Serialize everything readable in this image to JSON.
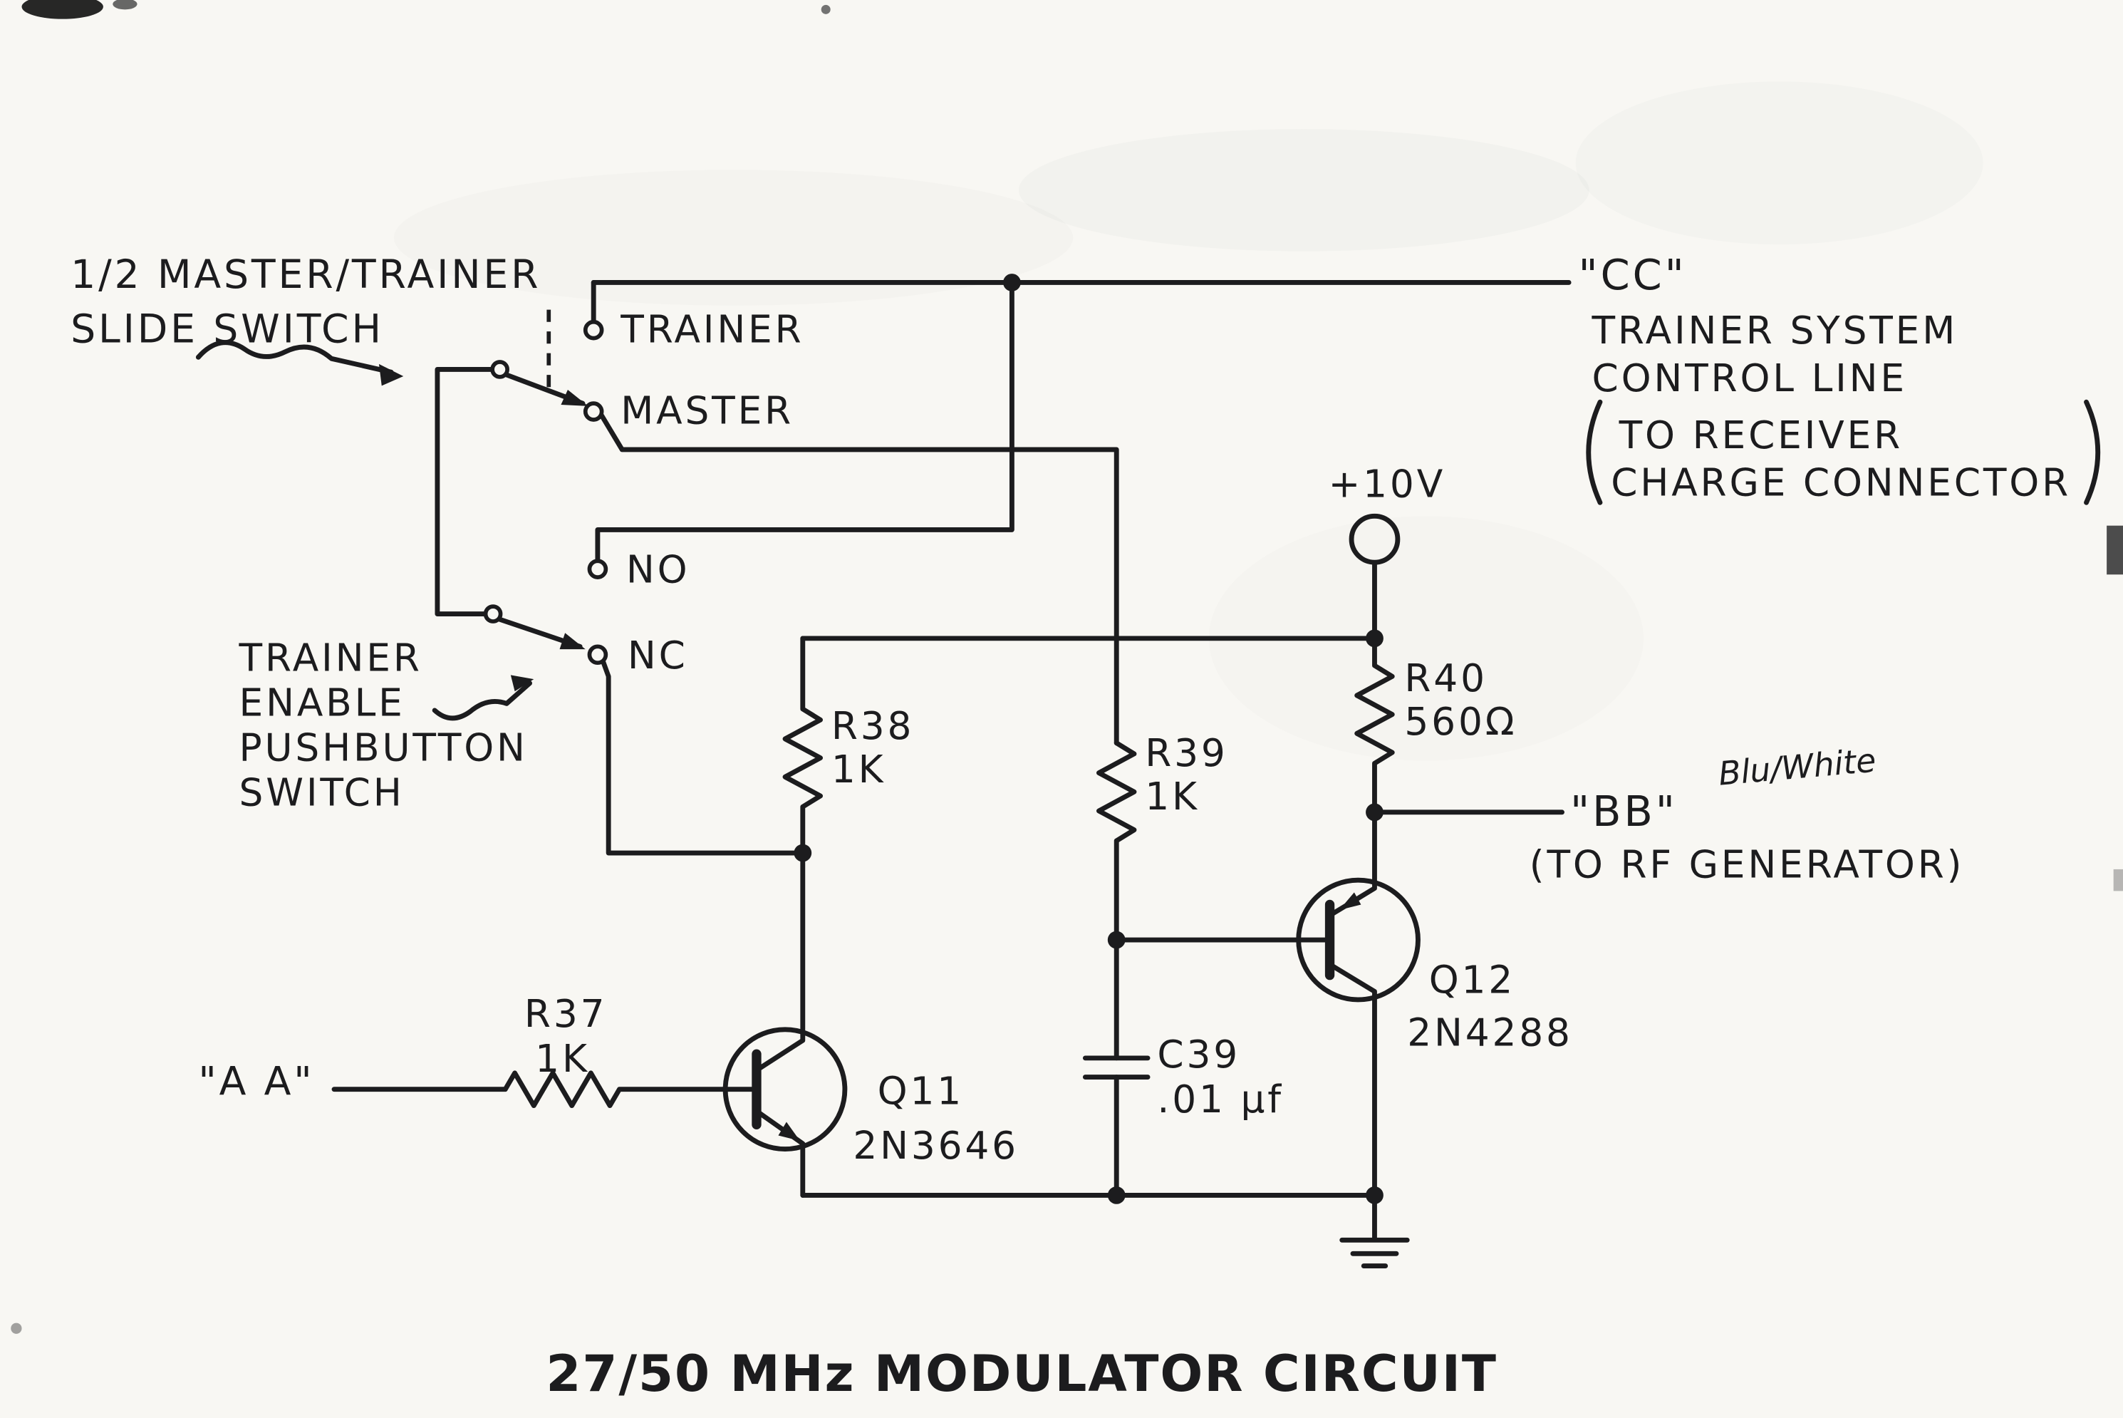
{
  "title": "27/50 MHz  MODULATOR  CIRCUIT",
  "annotations": {
    "slide_switch_line1": "1/2 MASTER/TRAINER",
    "slide_switch_line2": "SLIDE  SWITCH",
    "pushbutton_line1": "TRAINER",
    "pushbutton_line2": "ENABLE",
    "pushbutton_line3": "PUSHBUTTON",
    "pushbutton_line4": "SWITCH",
    "handwritten_note": "Blu/White"
  },
  "contacts": {
    "trainer": "TRAINER",
    "master": "MASTER",
    "normally_open": "NO",
    "normally_closed": "NC"
  },
  "nets": {
    "cc_name": "\"CC\"",
    "cc_line1": "TRAINER  SYSTEM",
    "cc_line2": "CONTROL  LINE",
    "cc_line3": "TO  RECEIVER",
    "cc_line4": "CHARGE  CONNECTOR",
    "supply": "+10V",
    "bb_name": "\"BB\"",
    "bb_dest": "(TO RF  GENERATOR)",
    "aa_name": "\"A A\""
  },
  "components": {
    "r37": {
      "ref": "R37",
      "value": "1K"
    },
    "r38": {
      "ref": "R38",
      "value": "1K"
    },
    "r39": {
      "ref": "R39",
      "value": "1K"
    },
    "r40": {
      "ref": "R40",
      "value": "560Ω"
    },
    "c39": {
      "ref": "C39",
      "value": ".01 μf"
    },
    "q11": {
      "ref": "Q11",
      "value": "2N3646"
    },
    "q12": {
      "ref": "Q12",
      "value": "2N4288"
    }
  }
}
